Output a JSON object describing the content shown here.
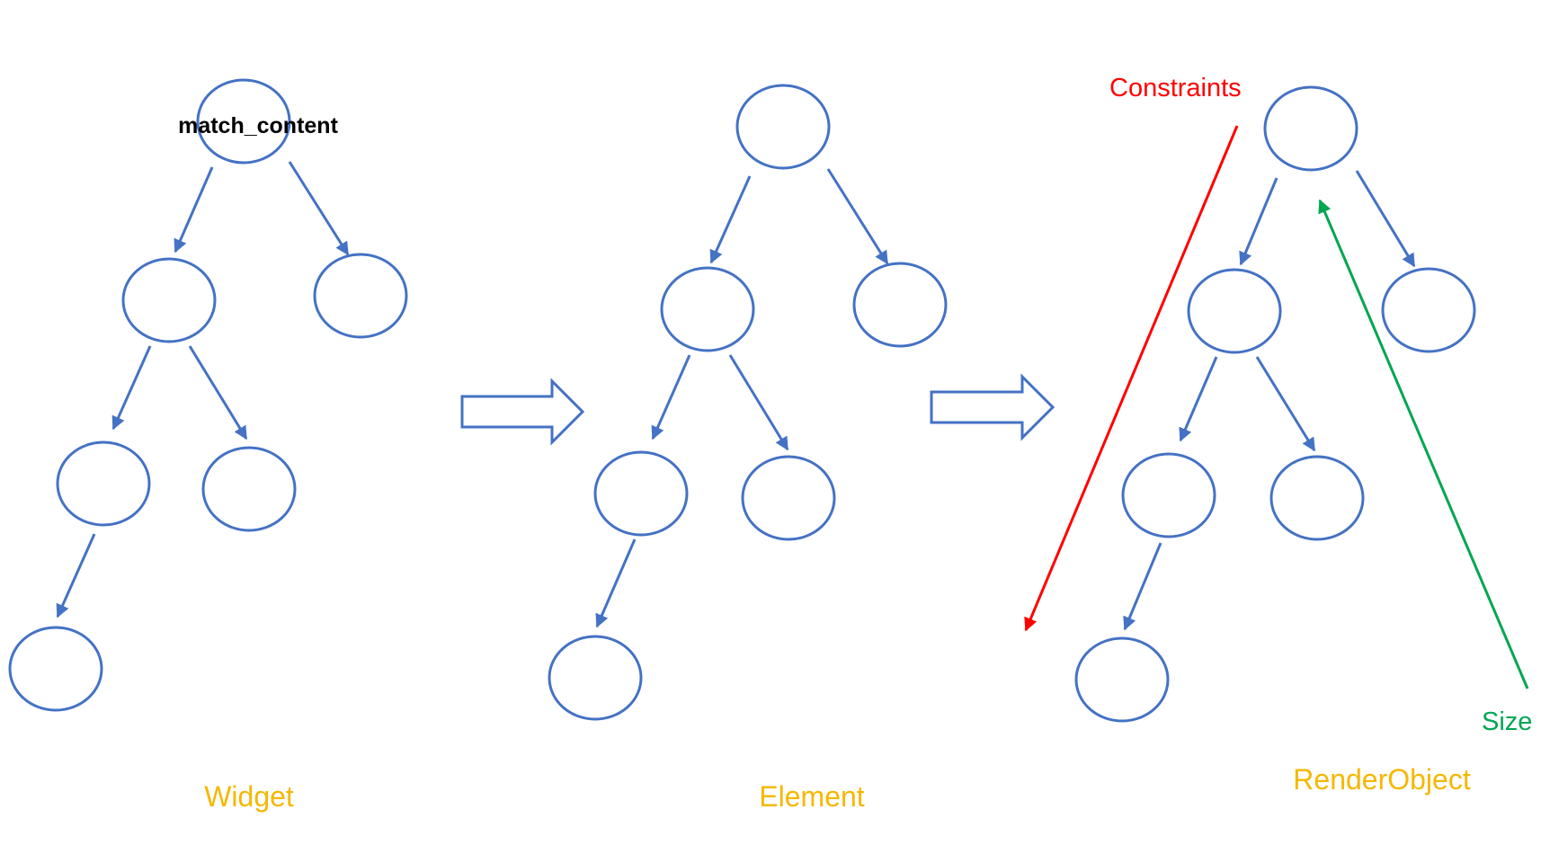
{
  "trees": [
    {
      "key": "widget",
      "label": "Widget",
      "annotation": "match_content"
    },
    {
      "key": "element",
      "label": "Element"
    },
    {
      "key": "render",
      "label": "RenderObject"
    }
  ],
  "constraints": {
    "label": "Constraints",
    "color": "#ff0000"
  },
  "size": {
    "label": "Size",
    "color": "#00a651"
  },
  "colors": {
    "node_stroke": "#4472c4",
    "tree_label": "#f5b800"
  },
  "node_count_per_tree": 6
}
